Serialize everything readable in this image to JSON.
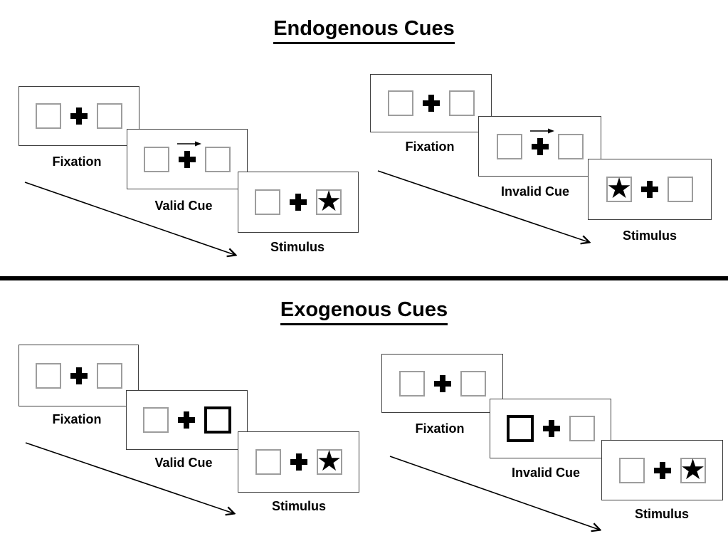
{
  "sections": [
    {
      "id": "endogenous",
      "title": "Endogenous Cues",
      "trials": [
        {
          "id": "endogenous-valid",
          "steps": [
            {
              "label": "Fixation",
              "kind": "fixation"
            },
            {
              "label": "Valid Cue",
              "kind": "arrow-cue",
              "cue_direction": "right"
            },
            {
              "label": "Stimulus",
              "kind": "stimulus",
              "star_side": "right"
            }
          ]
        },
        {
          "id": "endogenous-invalid",
          "steps": [
            {
              "label": "Fixation",
              "kind": "fixation"
            },
            {
              "label": "Invalid Cue",
              "kind": "arrow-cue",
              "cue_direction": "right"
            },
            {
              "label": "Stimulus",
              "kind": "stimulus",
              "star_side": "left"
            }
          ]
        }
      ]
    },
    {
      "id": "exogenous",
      "title": "Exogenous Cues",
      "trials": [
        {
          "id": "exogenous-valid",
          "steps": [
            {
              "label": "Fixation",
              "kind": "fixation"
            },
            {
              "label": "Valid Cue",
              "kind": "box-cue",
              "highlighted_box": "right"
            },
            {
              "label": "Stimulus",
              "kind": "stimulus",
              "star_side": "right"
            }
          ]
        },
        {
          "id": "exogenous-invalid",
          "steps": [
            {
              "label": "Fixation",
              "kind": "fixation"
            },
            {
              "label": "Invalid Cue",
              "kind": "box-cue",
              "highlighted_box": "left"
            },
            {
              "label": "Stimulus",
              "kind": "stimulus",
              "star_side": "right"
            }
          ]
        }
      ]
    }
  ],
  "glyphs": {
    "star": "★"
  },
  "colors": {
    "ink": "#000000",
    "box_border": "#9d9d9d",
    "panel_border": "#3f3f3f",
    "background": "#ffffff"
  }
}
